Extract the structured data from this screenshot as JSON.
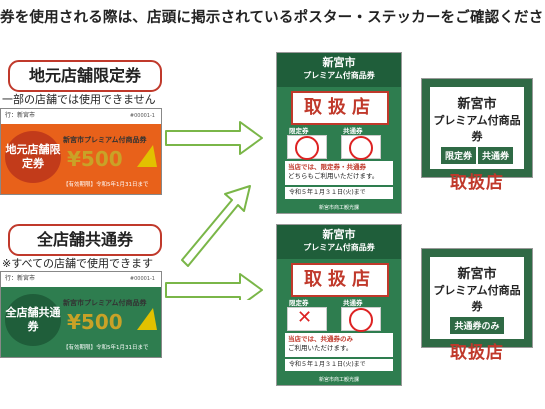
{
  "headline": "券を使用される際は、店頭に掲示されているポスター・ステッカーをご確認くださ",
  "left": {
    "local": {
      "pill": "地元店舗限定券",
      "note": "一部の店舗では使用できません",
      "ticket": {
        "issuer": "行：新宮市",
        "code": "#00001-1",
        "chip": "地元店舗限定券",
        "title": "新宮市プレミアム付商品券",
        "amount": "¥500",
        "expiry": "【有効期限】令和5年1月31日まで"
      }
    },
    "common": {
      "pill": "全店舗共通券",
      "note": "※すべての店舗で使用できます",
      "ticket": {
        "issuer": "行：新宮市",
        "code": "#00001-1",
        "chip": "全店舗共通券",
        "title": "新宮市プレミアム付商品券",
        "amount": "¥500",
        "expiry": "【有効期限】令和5年1月31日まで"
      }
    }
  },
  "posters": {
    "top": {
      "city": "新宮市",
      "premium": "プレミアム付商品券",
      "big": "取扱店",
      "tag1": "限定券",
      "tag2": "共通券",
      "line1": "当店では、限定券・共通券",
      "line2": "どちらもご利用いただけます。",
      "expiry": "令和５年１月３１日(火)まで",
      "footer": "新宮市商工観光課"
    },
    "bottom": {
      "city": "新宮市",
      "premium": "プレミアム付商品券",
      "big": "取扱店",
      "tag1": "限定券",
      "tag2": "共通券",
      "line1": "当店では、共通券のみ",
      "line2": "ご利用いただけます。",
      "expiry": "令和５年１月３１日(火)まで",
      "footer": "新宮市商工観光課"
    }
  },
  "stickers": {
    "top": {
      "city": "新宮市",
      "premium": "プレミアム付商品券",
      "tag1": "限定券",
      "tag2": "共通券",
      "big": "取扱店"
    },
    "bottom": {
      "city": "新宮市",
      "premium": "プレミアム付商品券",
      "tag1": "共通券のみ",
      "big": "取扱店"
    }
  },
  "colors": {
    "red": "#c0392b",
    "green": "#2e7d4f",
    "orange": "#e8611a",
    "gold": "#c9a227",
    "arrow": "#7ab648"
  }
}
